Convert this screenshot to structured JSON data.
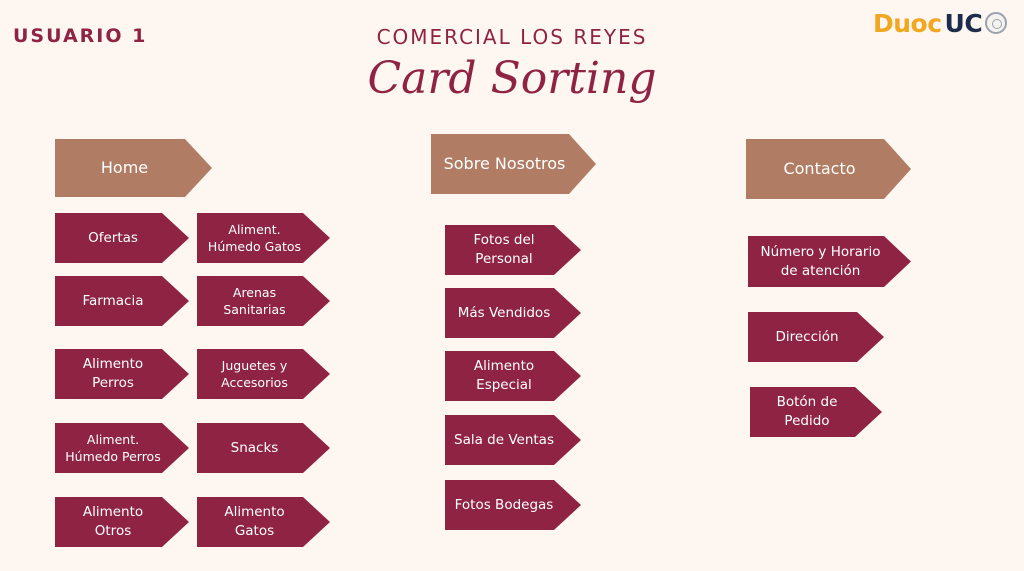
{
  "header": {
    "user_label": "USUARIO 1",
    "company": "COMERCIAL LOS REYES",
    "title": "Card Sorting",
    "logo": {
      "duoc": "Duoc",
      "uc": "UC",
      "icon": "university-seal-icon"
    }
  },
  "colors": {
    "background": "#fdf6f1",
    "category": "#b17c64",
    "item": "#8e2344",
    "title": "#8e2344"
  },
  "columns": {
    "home": {
      "category": "Home",
      "items": [
        "Ofertas",
        "Aliment.\nHúmedo Gatos",
        "Farmacia",
        "Arenas\nSanitarias",
        "Alimento\nPerros",
        "Juguetes y\nAccesorios",
        "Aliment.\nHúmedo Perros",
        "Snacks",
        "Alimento\nOtros",
        "Alimento\nGatos"
      ]
    },
    "sobre": {
      "category": "Sobre Nosotros",
      "items": [
        "Fotos del\nPersonal",
        "Más Vendidos",
        "Alimento\nEspecial",
        "Sala de Ventas",
        "Fotos Bodegas"
      ]
    },
    "contacto": {
      "category": "Contacto",
      "items": [
        "Número y Horario\nde atención",
        "Dirección",
        "Botón de\nPedido"
      ]
    }
  }
}
